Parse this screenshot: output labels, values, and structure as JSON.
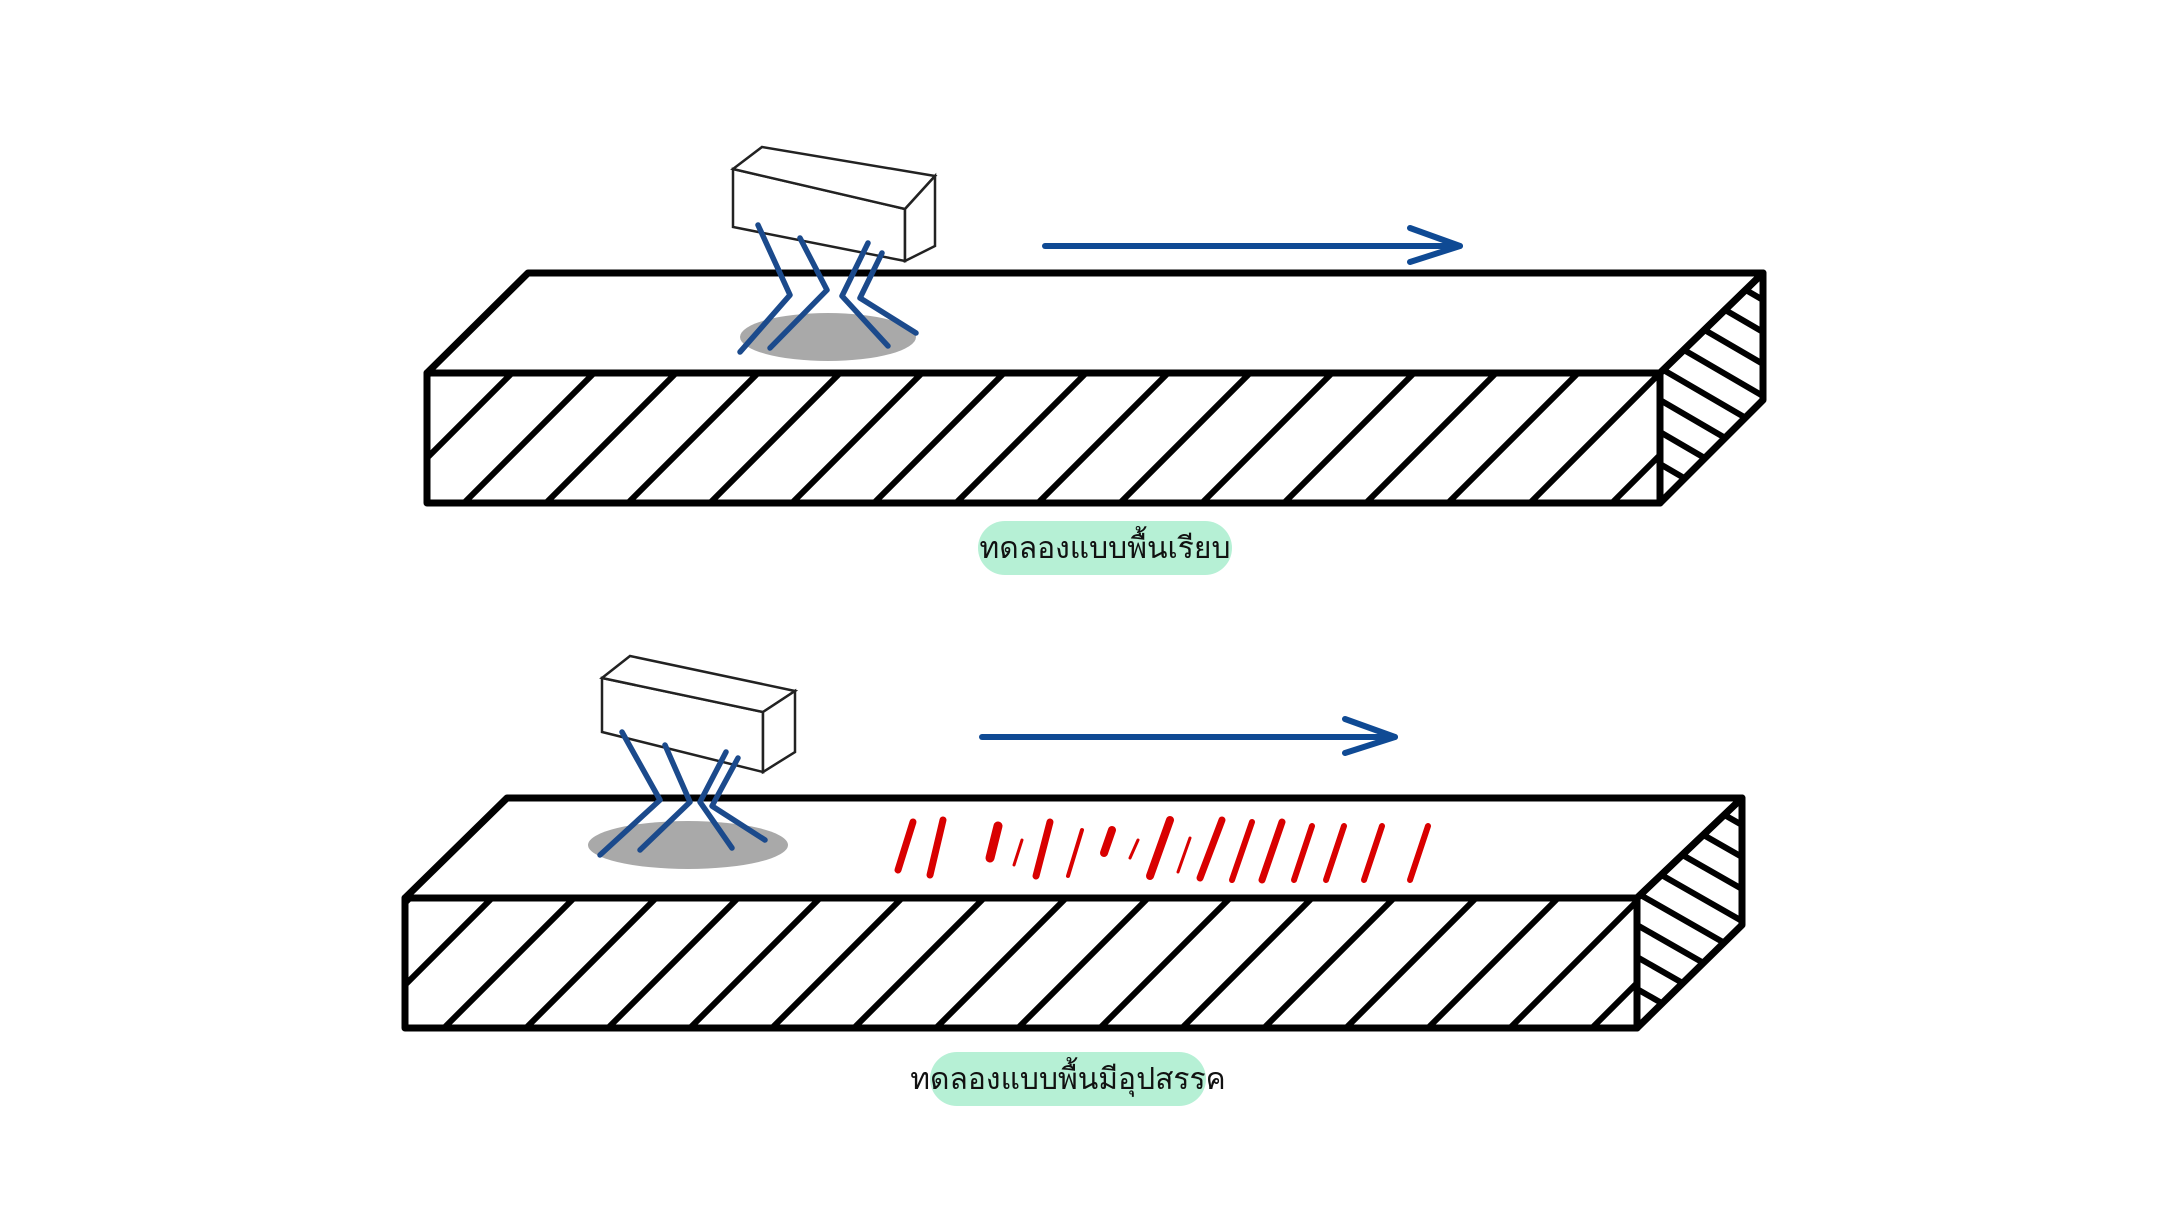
{
  "colors": {
    "background": "#ffffff",
    "outline": "#000000",
    "robot_legs": "#1b4a8c",
    "shadow": "#a9a9a9",
    "arrow": "#0f4a94",
    "obstacles": "#d90000",
    "caption_bg": "#b6f0d5"
  },
  "scenes": [
    {
      "caption": "ทดลองแบบพื้นเรียบ",
      "surface": "flat",
      "motion_icon": "right-arrow-icon"
    },
    {
      "caption": "ทดลองแบบพื้นมีอุปสรรค",
      "surface": "obstacles",
      "motion_icon": "right-arrow-icon"
    }
  ]
}
